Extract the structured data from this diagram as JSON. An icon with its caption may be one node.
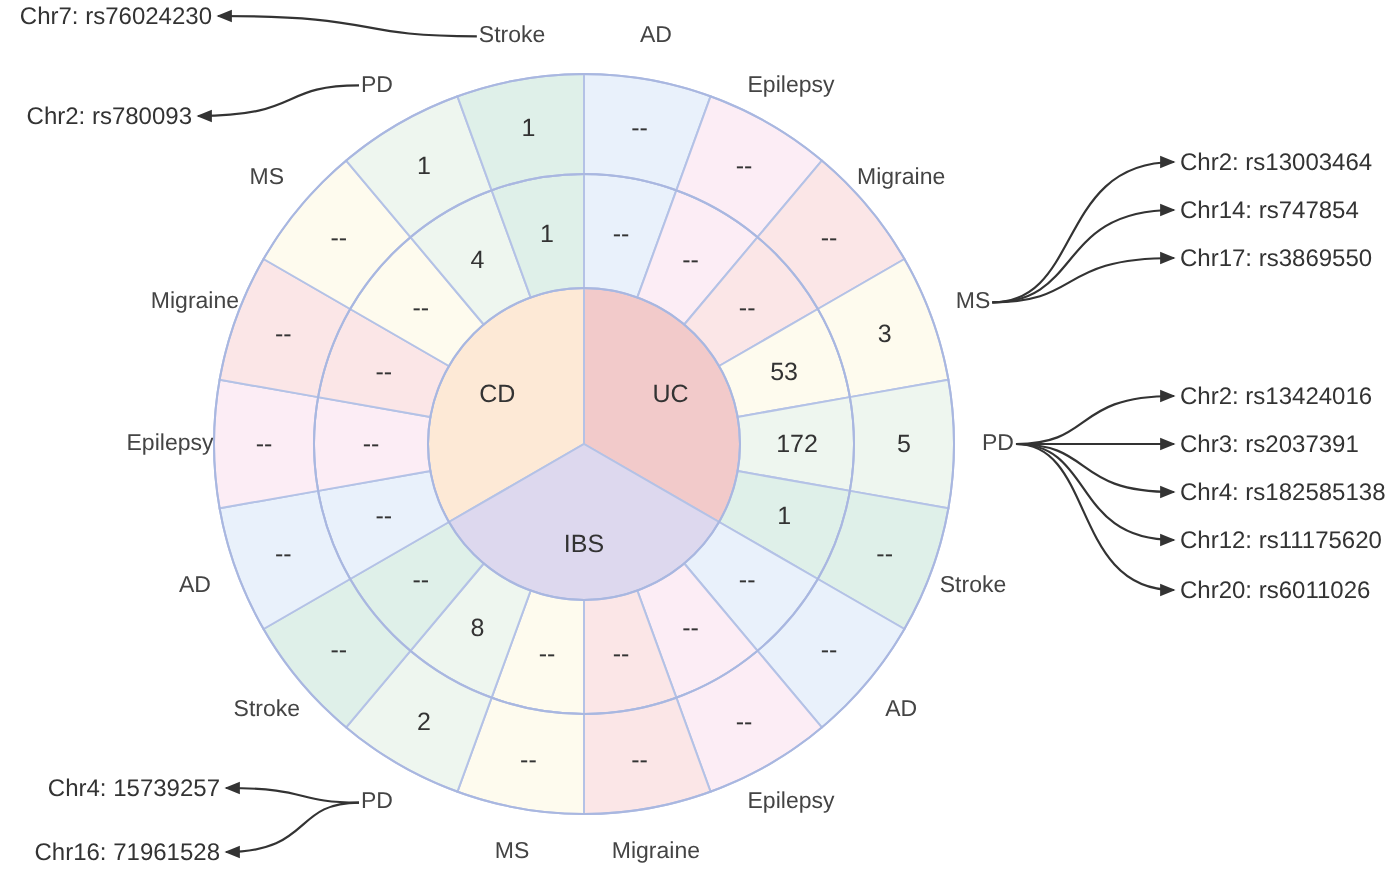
{
  "diagram": {
    "nodes": [
      {
        "text": [
          "CD"
        ]
      },
      {
        "text": [
          "UC"
        ]
      },
      {
        "text": [
          "IBS"
        ]
      },
      {
        "text": [
          "--"
        ]
      },
      {
        "text": [
          "--"
        ]
      },
      {
        "text": [
          "--"
        ]
      },
      {
        "text": [
          "--"
        ]
      },
      {
        "text": [
          "--"
        ]
      },
      {
        "text": [
          "--"
        ]
      },
      {
        "text": [
          "53"
        ]
      },
      {
        "text": [
          "3"
        ]
      },
      {
        "text": [
          "172"
        ]
      },
      {
        "text": [
          "5"
        ]
      },
      {
        "text": [
          "1"
        ]
      },
      {
        "text": [
          "--"
        ]
      },
      {
        "text": [
          "--"
        ]
      },
      {
        "text": [
          "--"
        ]
      },
      {
        "text": [
          "--"
        ]
      },
      {
        "text": [
          "--"
        ]
      },
      {
        "text": [
          "--"
        ]
      },
      {
        "text": [
          "--"
        ]
      },
      {
        "text": [
          "--"
        ]
      },
      {
        "text": [
          "--"
        ]
      },
      {
        "text": [
          "8"
        ]
      },
      {
        "text": [
          "2"
        ]
      },
      {
        "text": [
          "--"
        ]
      },
      {
        "text": [
          "--"
        ]
      },
      {
        "text": [
          "--"
        ]
      },
      {
        "text": [
          "--"
        ]
      },
      {
        "text": [
          "--"
        ]
      },
      {
        "text": [
          "--"
        ]
      },
      {
        "text": [
          "--"
        ]
      },
      {
        "text": [
          "--"
        ]
      },
      {
        "text": [
          "--"
        ]
      },
      {
        "text": [
          "--"
        ]
      },
      {
        "text": [
          "4"
        ]
      },
      {
        "text": [
          "1"
        ]
      },
      {
        "text": [
          "1"
        ]
      },
      {
        "text": [
          "1"
        ]
      },
      {
        "text": [
          "MS"
        ]
      },
      {
        "text": [
          "PD"
        ]
      },
      {
        "text": [
          "PD"
        ]
      },
      {
        "text": [
          "PD"
        ]
      },
      {
        "text": [
          "Stroke"
        ]
      },
      {
        "text": [
          "Chr2: rs13003464"
        ]
      },
      {
        "text": [
          "Chr14: rs747854"
        ]
      },
      {
        "text": [
          "Chr17: rs3869550"
        ]
      },
      {
        "text": [
          "Chr2: rs13424016"
        ]
      },
      {
        "text": [
          "Chr3: rs2037391"
        ]
      },
      {
        "text": [
          "Chr4: rs182585138"
        ]
      },
      {
        "text": [
          "Chr12: rs11175620"
        ]
      },
      {
        "text": [
          "Chr20: rs6011026"
        ]
      },
      {
        "text": [
          "Chr4: 15739257"
        ]
      },
      {
        "text": [
          "Chr16: 71961528"
        ]
      },
      {
        "text": [
          "Chr2: rs780093"
        ]
      },
      {
        "text": [
          "Chr7: rs76024230"
        ]
      }
    ],
    "edges": [
      {
        "from": 39,
        "to": 44,
        "arrow": "to"
      },
      {
        "from": 39,
        "to": 45,
        "arrow": "to"
      },
      {
        "from": 39,
        "to": 46,
        "arrow": "to"
      },
      {
        "from": 40,
        "to": 47,
        "arrow": "to"
      },
      {
        "from": 40,
        "to": 48,
        "arrow": "to"
      },
      {
        "from": 40,
        "to": 49,
        "arrow": "to"
      },
      {
        "from": 40,
        "to": 50,
        "arrow": "to"
      },
      {
        "from": 40,
        "to": 51,
        "arrow": "to"
      },
      {
        "from": 41,
        "to": 52,
        "arrow": "to"
      },
      {
        "from": 41,
        "to": 53,
        "arrow": "to"
      },
      {
        "from": 42,
        "to": 54,
        "arrow": "to"
      },
      {
        "from": 43,
        "to": 55,
        "arrow": "to"
      }
    ],
    "labels": [
      "AD",
      "Epilepsy",
      "Migraine",
      "Stroke",
      "AD",
      "Epilepsy",
      "Migraine",
      "MS",
      "Stroke",
      "AD",
      "Epilepsy",
      "Migraine",
      "MS"
    ]
  }
}
